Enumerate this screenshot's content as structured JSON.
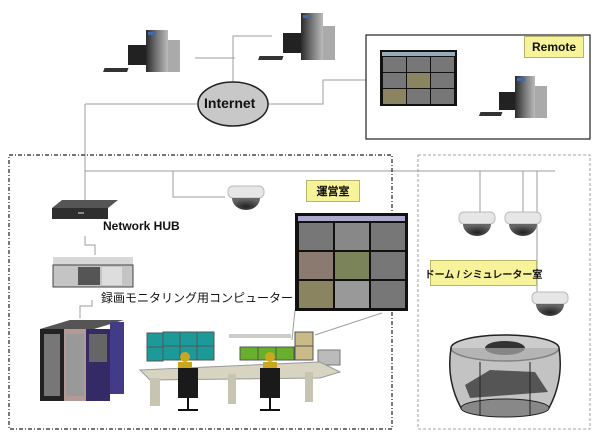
{
  "diagram": {
    "nodes": {
      "internet": "Internet",
      "remote": "Remote",
      "network_hub": "Network HUB",
      "recording_computer": "録画モニタリング用コンピューター",
      "operations_room": "運営室",
      "dome_simulator_room": "ドーム / シミュレーター室"
    },
    "colors": {
      "label_box_fill": "#f7f39a",
      "connector_line": "#9e9e9e",
      "internet_fill": "#c8c8c8",
      "zone_border": "#222222"
    }
  }
}
